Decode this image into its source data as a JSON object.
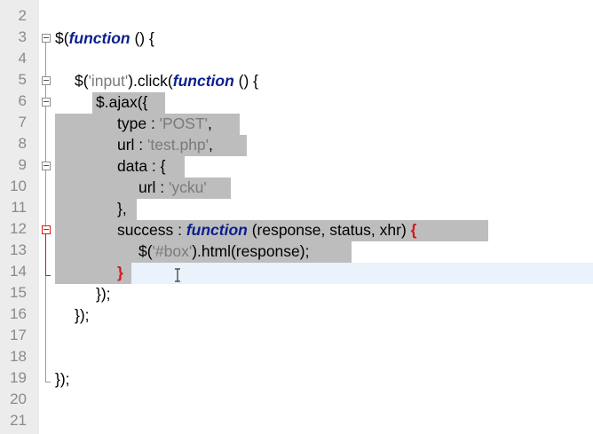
{
  "editor": {
    "line_numbers": [
      "2",
      "3",
      "4",
      "5",
      "6",
      "7",
      "8",
      "9",
      "10",
      "11",
      "12",
      "13",
      "14",
      "15",
      "16",
      "17",
      "18",
      "19",
      "20",
      "21"
    ],
    "lines": {
      "l3": {
        "a": "$(",
        "kw": "function",
        "b": " () {"
      },
      "l5": {
        "a": "$(",
        "s": "'input'",
        "b": ").click(",
        "kw": "function",
        "c": " () {"
      },
      "l6": {
        "a": "$.ajax({"
      },
      "l7": {
        "a": "type : ",
        "s": "'POST'",
        "b": ","
      },
      "l8": {
        "a": "url : ",
        "s": "'test.php'",
        "b": ","
      },
      "l9": {
        "a": "data : {"
      },
      "l10": {
        "a": "url : ",
        "s": "'ycku'"
      },
      "l11": {
        "a": "},"
      },
      "l12": {
        "a": "success : ",
        "kw": "function",
        "b": " (response, status, xhr) ",
        "r": "{"
      },
      "l13": {
        "a": "$(",
        "s": "'#box'",
        "b": ").html(response);"
      },
      "l14": {
        "r": "}"
      },
      "l15": {
        "a": "});"
      },
      "l16": {
        "a": "});"
      },
      "l19": {
        "a": "});"
      }
    }
  },
  "colors": {
    "keyword": "#0b1f8c",
    "string": "#7a7a7a",
    "brace_match": "#d21a1a",
    "selection": "#bdbdbd",
    "gutter": "#ececec"
  },
  "icons": {
    "cursor": "text-ibeam-icon",
    "fold": "fold-minus-icon"
  }
}
